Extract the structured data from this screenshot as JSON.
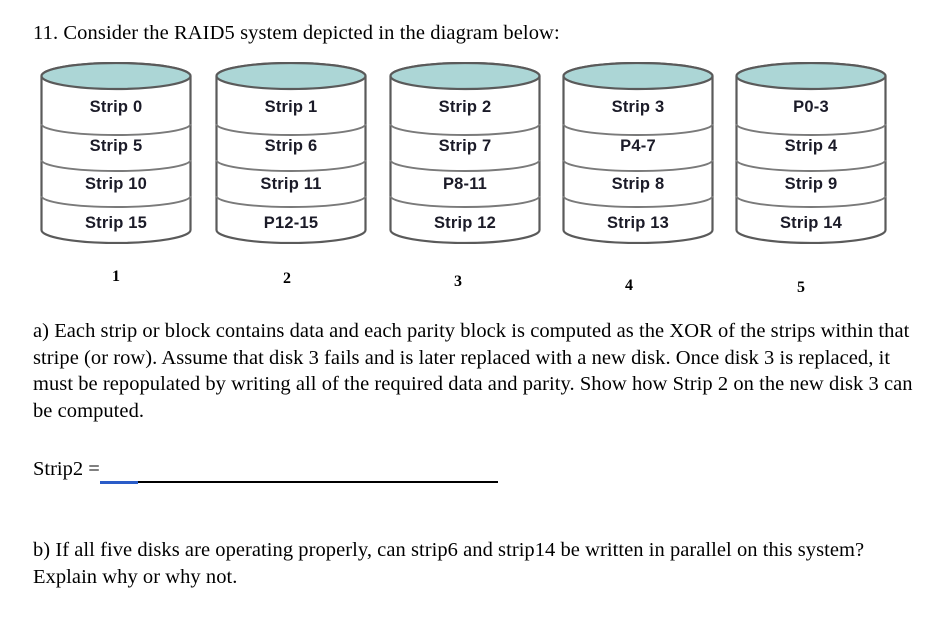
{
  "heading": "11. Consider the RAID5 system depicted in the diagram below:",
  "diagram": {
    "top_color": "#ACD6D6",
    "outline_color": "#5a5a5a",
    "label_color": "#1b1b28",
    "disks": [
      {
        "number": "1",
        "strips": [
          "Strip 0",
          "Strip 5",
          "Strip 10",
          "Strip 15"
        ]
      },
      {
        "number": "2",
        "strips": [
          "Strip 1",
          "Strip 6",
          "Strip 11",
          "P12-15"
        ]
      },
      {
        "number": "3",
        "strips": [
          "Strip 2",
          "Strip 7",
          "P8-11",
          "Strip 12"
        ]
      },
      {
        "number": "4",
        "strips": [
          "Strip 3",
          "P4-7",
          "Strip 8",
          "Strip 13"
        ]
      },
      {
        "number": "5",
        "strips": [
          "P0-3",
          "Strip 4",
          "Strip 9",
          "Strip 14"
        ]
      }
    ]
  },
  "part_a": "a) Each strip or block contains data and each parity block is computed as the XOR of the strips within that stripe (or row).  Assume that disk 3 fails and is later replaced with a new disk. Once disk 3 is replaced, it must be repopulated by writing all of the required data and parity. Show how Strip 2 on the new disk 3 can be computed.",
  "answer": {
    "label": "Strip2 =",
    "value": "",
    "blank_blue_color": "#2a5cc8",
    "blank_black_color": "#000000"
  },
  "part_b": "b) If all five disks are operating properly, can strip6 and strip14 be written in parallel on this system? Explain why or why not."
}
